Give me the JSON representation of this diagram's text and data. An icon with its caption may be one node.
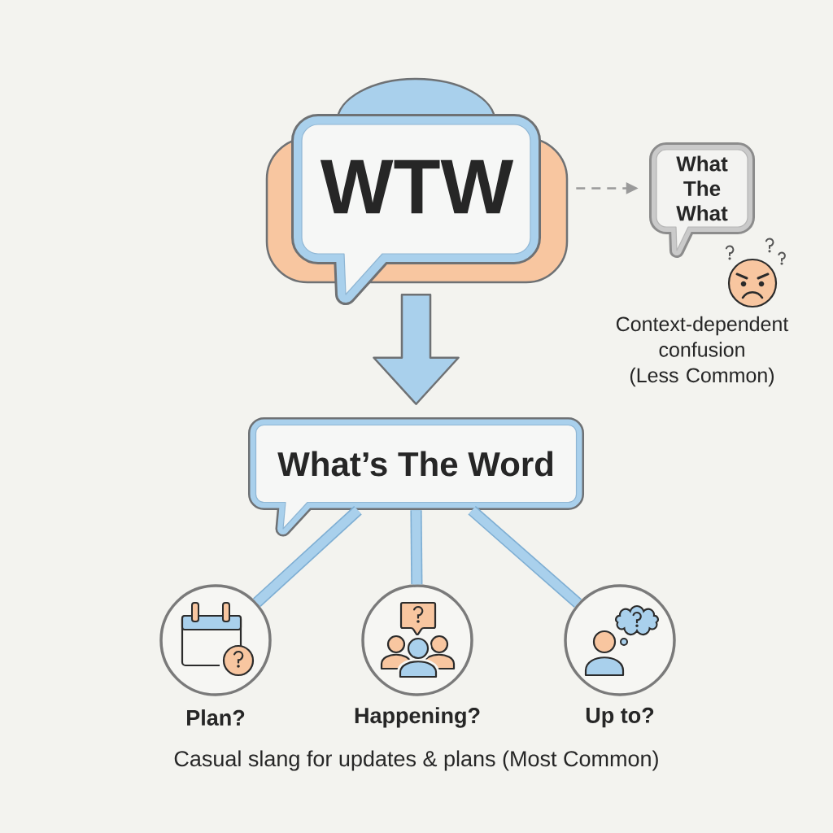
{
  "diagram": {
    "nodes": [
      {
        "text": [
          "WTW"
        ]
      },
      {
        "text": [
          "What The What"
        ],
        "beside": [
          "Context-dependent confusion (Less Common)"
        ]
      },
      {
        "text": [
          "What’s The Word"
        ]
      },
      {
        "text": [],
        "shape": "circle",
        "beside": [
          "Plan?"
        ]
      },
      {
        "text": [],
        "shape": "circle",
        "beside": [
          "Happening?"
        ]
      },
      {
        "text": [],
        "shape": "circle",
        "beside": [
          "Up to?"
        ]
      }
    ],
    "edges": [
      {
        "from": 0,
        "to": 2,
        "arrow": "to",
        "style": "thick"
      },
      {
        "from": 0,
        "to": 1,
        "arrow": "to",
        "style": "dashed",
        "color": "#9a9a9a"
      },
      {
        "from": 2,
        "to": 3,
        "arrow": "none"
      },
      {
        "from": 2,
        "to": 4,
        "arrow": "none"
      },
      {
        "from": 2,
        "to": 5,
        "arrow": "none"
      }
    ],
    "labels": [
      "Casual slang for updates & plans (Most Common)"
    ]
  }
}
